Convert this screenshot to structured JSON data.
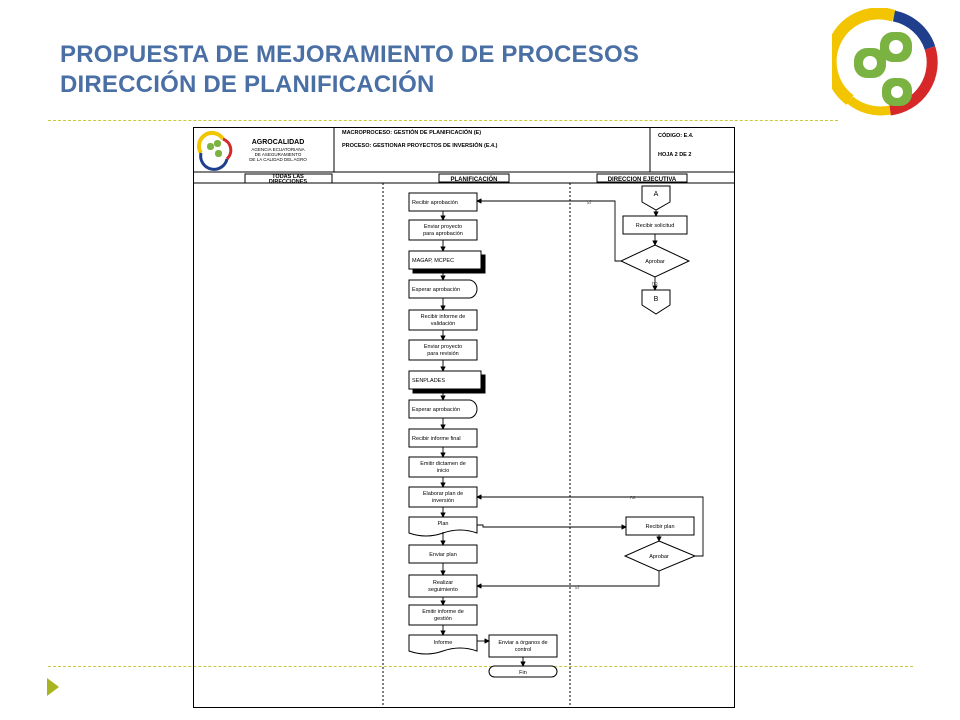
{
  "slide": {
    "title_line1": "PROPUESTA DE MEJORAMIENTO DE PROCESOS",
    "title_line2": "DIRECCIÓN DE PLANIFICACIÓN"
  },
  "sheet": {
    "org_name": "AGROCALIDAD",
    "org_sub1": "AGENCIA ECUATORIANA",
    "org_sub2": "DE ASEGURAMIENTO",
    "org_sub3": "DE LA CALIDAD DEL AGRO",
    "macroproceso": "MACROPROCESO: GESTIÓN DE PLANIFICACIÓN (E)",
    "proceso": "PROCESO: GESTIONAR PROYECTOS DE INVERSIÓN (E.4.)",
    "codigo": "CÓDIGO: E.4.",
    "hoja": "HOJA  2 DE 2"
  },
  "lanes": {
    "lane1_line1": "TODAS LAS",
    "lane1_line2": "DIRECCIONES",
    "lane2": "PLANIFICACIÓN",
    "lane3": "DIRECCION EJECUTIVA"
  },
  "steps": {
    "recibir_aprobacion": "Recibir aprobación",
    "enviar_proyecto_1a": "Enviar proyecto",
    "enviar_proyecto_1b": "para aprobación",
    "magap": "MAGAP, MCPEC",
    "esperar_1": "Esperar aprobación",
    "recibir_informe_a": "Recibir informe de",
    "recibir_informe_b": "validación",
    "enviar_proyecto_2a": "Enviar proyecto",
    "enviar_proyecto_2b": "para revisión",
    "senplades": "SENPLADES",
    "esperar_2": "Esperar aprobación",
    "recibir_informe_final": "Recibir informe final",
    "emitir_dictamen_a": "Emitir dictamen de",
    "emitir_dictamen_b": "inicio",
    "elaborar_plan_a": "Elaborar plan de",
    "elaborar_plan_b": "inversión",
    "plan_doc": "Plan",
    "enviar_plan": "Enviar plan",
    "realizar_seg_a": "Realizar",
    "realizar_seg_b": "seguimiento",
    "emitir_informe_a": "Emitir informe de",
    "emitir_informe_b": "gestión",
    "informe_doc": "Informe",
    "enviar_organos_a": "Enviar a órganos de",
    "enviar_organos_b": "control",
    "fin": "Fin",
    "connector_a": "A",
    "connector_b": "B",
    "recibir_solicitud": "Recibir solicitud",
    "aprobar_1": "Aprobar",
    "recibir_plan": "Recibir plan",
    "aprobar_2": "Aprobar",
    "label_si_1": "sí",
    "label_no_1": "no",
    "label_no_2": "no",
    "label_si_2": "sí"
  },
  "colors": {
    "title": "#4a6fa5",
    "dashed_rule": "#c8c83a",
    "bullet": "#a8b520",
    "logo_yellow": "#f2c500",
    "logo_blue": "#1f3e8c",
    "logo_red": "#d62828",
    "logo_green": "#7bb342"
  }
}
